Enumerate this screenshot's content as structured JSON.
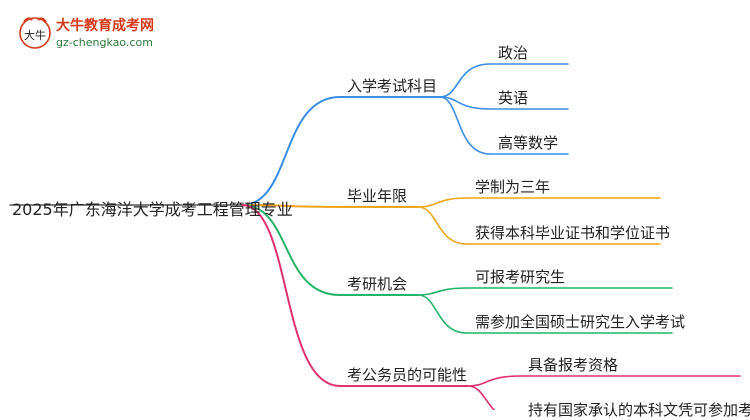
{
  "logo": {
    "title": "大牛教育成考网",
    "url": "gz-chengkao.com",
    "mark_text": "大牛"
  },
  "root": "2025年广东海洋大学成考工程管理专业",
  "branches": [
    {
      "label": "入学考试科目",
      "color": "#3a8ee6",
      "children": [
        "政治",
        "英语",
        "高等数学"
      ]
    },
    {
      "label": "毕业年限",
      "color": "#f0a51a",
      "children": [
        "学制为三年",
        "获得本科毕业证书和学位证书"
      ]
    },
    {
      "label": "考研机会",
      "color": "#27b36a",
      "children": [
        "可报考研究生",
        "需参加全国硕士研究生入学考试"
      ]
    },
    {
      "label": "考公务员的可能性",
      "color": "#e0306e",
      "children": [
        "具备报考资格",
        "持有国家承认的本科文凭可参加考试"
      ]
    }
  ]
}
